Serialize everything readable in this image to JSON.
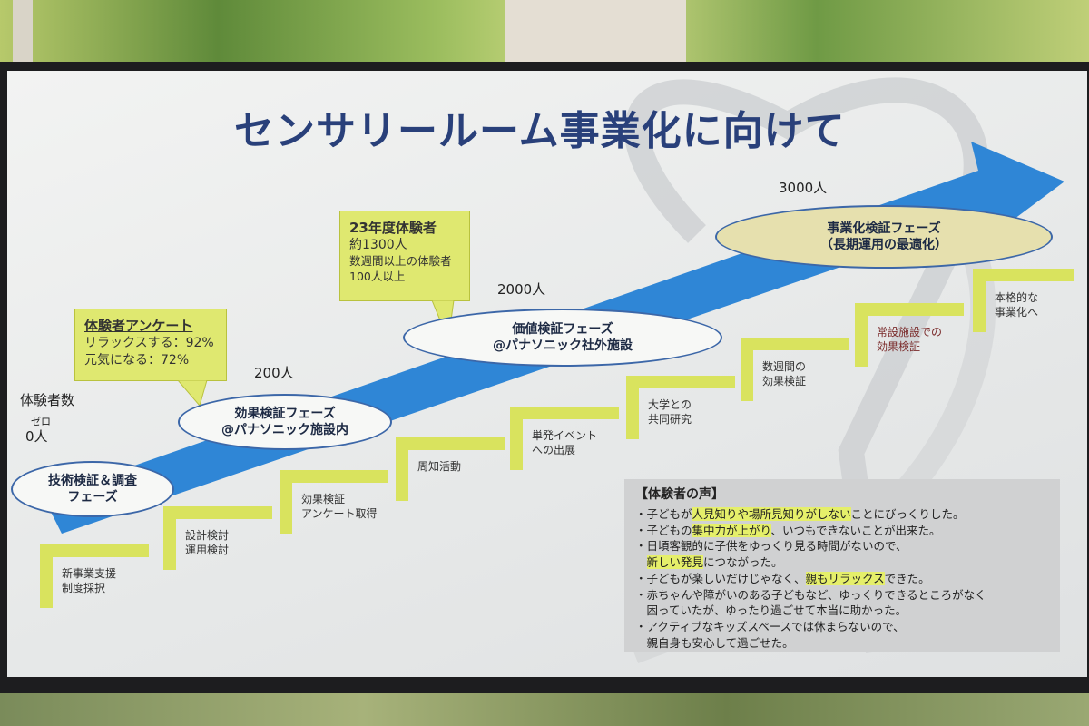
{
  "slide": {
    "title": "センサリールーム事業化に向けて",
    "axis_label": "体験者数",
    "counts": {
      "zero_ruby": "ゼロ",
      "zero": "0人",
      "c200": "200人",
      "c2000": "2000人",
      "c3000": "3000人"
    },
    "phases": {
      "p1_line1": "技術検証＆調査",
      "p1_line2": "フェーズ",
      "p2_line1": "効果検証フェーズ",
      "p2_line2": "@パナソニック施設内",
      "p3_line1": "価値検証フェーズ",
      "p3_line2": "@パナソニック社外施設",
      "p4_line1": "事業化検証フェーズ",
      "p4_line2": "（長期運用の最適化）"
    },
    "callouts": {
      "survey_head": "体験者アンケート",
      "survey_l1": "リラックスする：92%",
      "survey_l2": "元気になる：72%",
      "fy23_head": "23年度体験者",
      "fy23_l1": "約1300人",
      "fy23_l2": "数週間以上の体験者",
      "fy23_l3": "100人以上"
    },
    "steps": {
      "s1_l1": "新事業支援",
      "s1_l2": "制度採択",
      "s2_l1": "設計検討",
      "s2_l2": "運用検討",
      "s3_l1": "効果検証",
      "s3_l2": "アンケート取得",
      "s4_l1": "周知活動",
      "s5_l1": "単発イベント",
      "s5_l2": "への出展",
      "s6_l1": "大学との",
      "s6_l2": "共同研究",
      "s7_l1": "数週間の",
      "s7_l2": "効果検証",
      "s8_l1": "常設施設での",
      "s8_l2": "効果検証",
      "s9_l1": "本格的な",
      "s9_l2": "事業化へ"
    },
    "voices": {
      "heading": "【体験者の声】",
      "v1_pre": "・子どもが",
      "v1_hl": "人見知りや場所見知りがしない",
      "v1_post": "ことにびっくりした。",
      "v2_pre": "・子どもの",
      "v2_hl": "集中力が上がり",
      "v2_post": "、いつもできないことが出来た。",
      "v3_l1": "・日頃客観的に子供をゆっくり見る時間がないので、",
      "v3_hl": "新しい発見",
      "v3_post": "につながった。",
      "v4_pre": "・子どもが楽しいだけじゃなく、",
      "v4_hl": "親もリラックス",
      "v4_post": "できた。",
      "v5_l1": "・赤ちゃんや障がいのある子どもなど、ゆっくりできるところがなく",
      "v5_l2": "　困っていたが、ゆったり過ごせて本当に助かった。",
      "v6_l1": "・アクティブなキッズスペースでは休まらないので、",
      "v6_l2": "　親自身も安心して過ごせた。"
    }
  },
  "colors": {
    "arrow": "#2f86d6",
    "title": "#29407a",
    "callout": "#dfe870",
    "highlight": "#e5ef6a"
  }
}
